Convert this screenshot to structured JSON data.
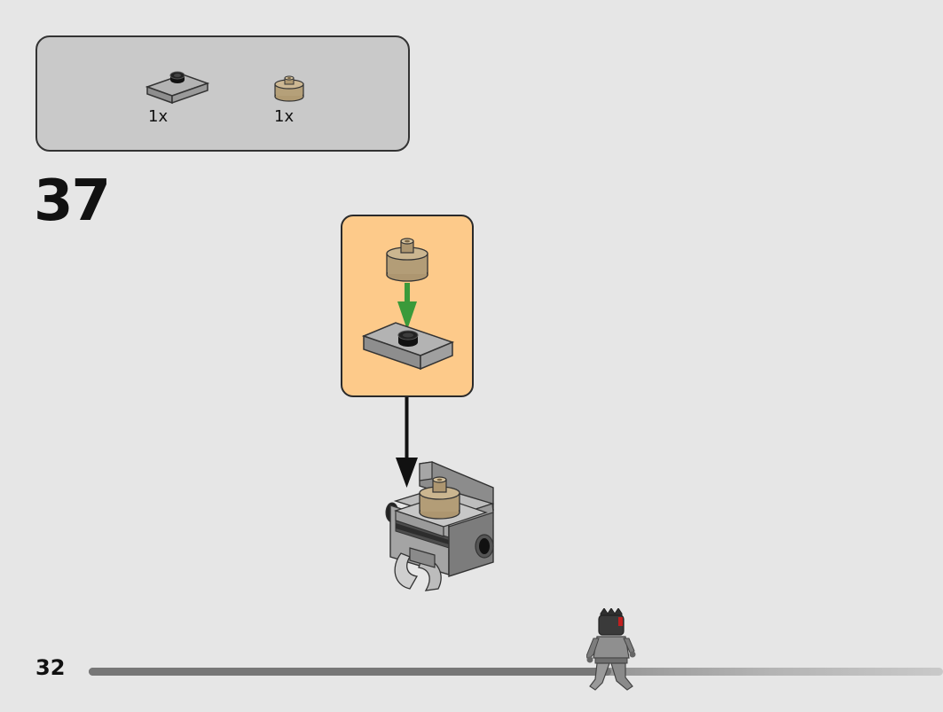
{
  "parts_list": {
    "items": [
      {
        "name": "plate-with-stud",
        "color": "#a6a6a6",
        "quantity": "1x"
      },
      {
        "name": "round-brick",
        "color": "#c9b188",
        "quantity": "1x"
      }
    ]
  },
  "step": {
    "number": "37"
  },
  "callout": {
    "background": "#fdca8a",
    "arrow_color": "#3a9a3a"
  },
  "page": {
    "number": "32"
  },
  "progress": {
    "fraction": 0.612
  }
}
